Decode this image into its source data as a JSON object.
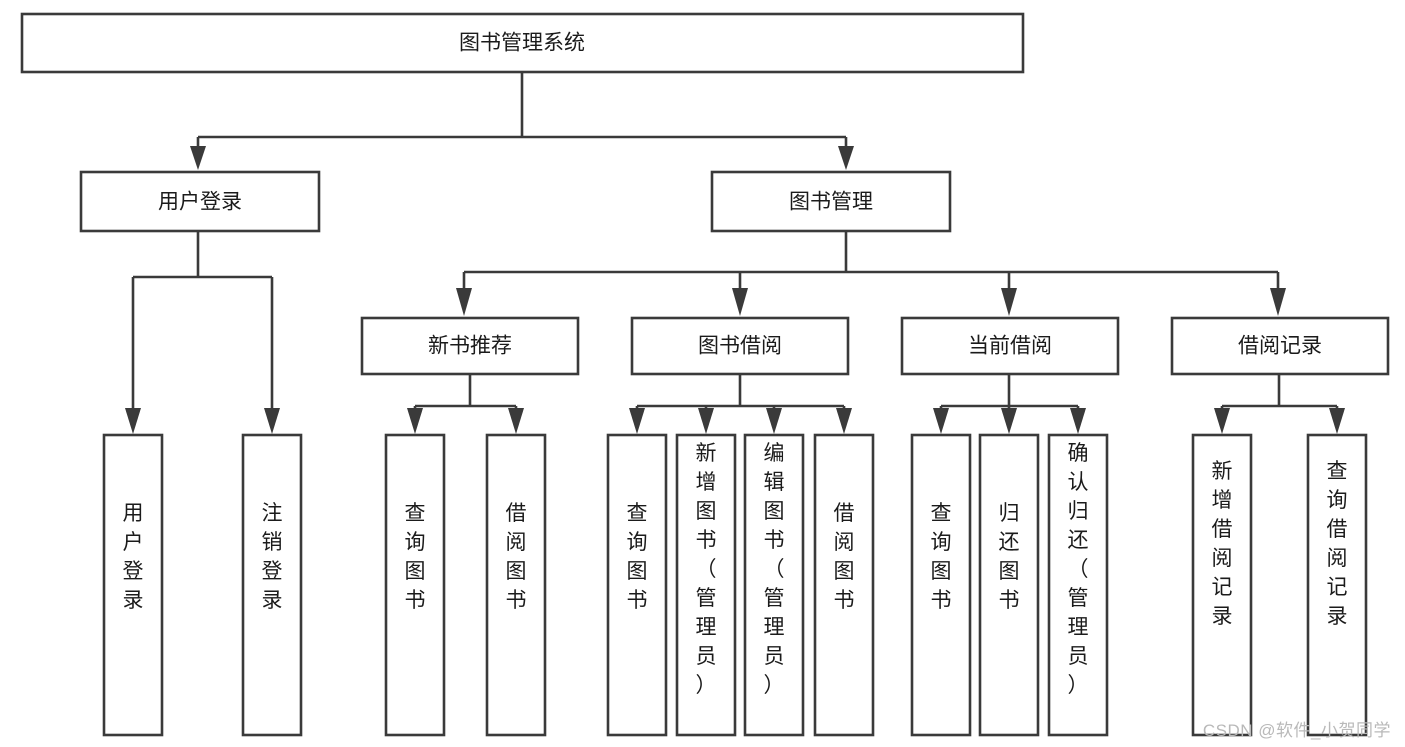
{
  "diagram": {
    "title": "图书管理系统",
    "type": "tree-diagram",
    "watermark": "CSDN @软件_小贺同学",
    "root": {
      "id": "root",
      "label": "图书管理系统"
    },
    "level2": [
      {
        "id": "user-login",
        "label": "用户登录"
      },
      {
        "id": "book-management",
        "label": "图书管理"
      }
    ],
    "level3": [
      {
        "id": "new-book-recommend",
        "label": "新书推荐",
        "parent": "book-management"
      },
      {
        "id": "book-borrow",
        "label": "图书借阅",
        "parent": "book-management"
      },
      {
        "id": "current-borrow",
        "label": "当前借阅",
        "parent": "book-management"
      },
      {
        "id": "borrow-record",
        "label": "借阅记录",
        "parent": "book-management"
      }
    ],
    "leaves": [
      {
        "id": "leaf-user-login",
        "label": "用户登录",
        "parent": "user-login"
      },
      {
        "id": "leaf-logout",
        "label": "注销登录",
        "parent": "user-login"
      },
      {
        "id": "leaf-query-book-1",
        "label": "查询图书",
        "parent": "new-book-recommend"
      },
      {
        "id": "leaf-borrow-book-1",
        "label": "借阅图书",
        "parent": "new-book-recommend"
      },
      {
        "id": "leaf-query-book-2",
        "label": "查询图书",
        "parent": "book-borrow"
      },
      {
        "id": "leaf-add-book",
        "label": "新增图书（管理员）",
        "parent": "book-borrow"
      },
      {
        "id": "leaf-edit-book",
        "label": "编辑图书（管理员）",
        "parent": "book-borrow"
      },
      {
        "id": "leaf-borrow-book-2",
        "label": "借阅图书",
        "parent": "book-borrow"
      },
      {
        "id": "leaf-query-book-3",
        "label": "查询图书",
        "parent": "current-borrow"
      },
      {
        "id": "leaf-return-book",
        "label": "归还图书",
        "parent": "current-borrow"
      },
      {
        "id": "leaf-confirm-return",
        "label": "确认归还（管理员）",
        "parent": "current-borrow"
      },
      {
        "id": "leaf-add-record",
        "label": "新增借阅记录",
        "parent": "borrow-record"
      },
      {
        "id": "leaf-query-record",
        "label": "查询借阅记录",
        "parent": "borrow-record"
      }
    ],
    "colors": {
      "stroke": "#3a3a3a",
      "fill": "#ffffff",
      "text": "#1b1b1b",
      "watermark": "#b9b9b9",
      "background": "#ffffff"
    }
  }
}
